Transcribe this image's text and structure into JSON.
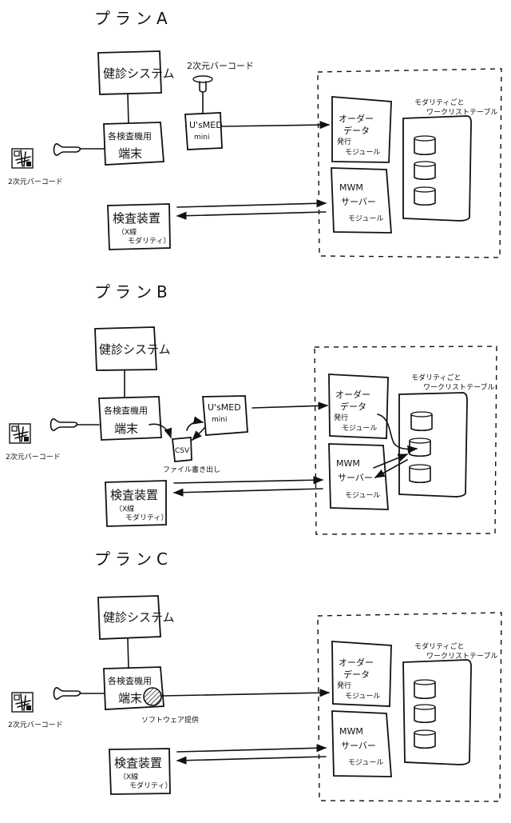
{
  "plans": [
    {
      "title": "プランA",
      "kenshin_system": "健診システム",
      "terminal": {
        "line1": "各検査機用",
        "line2": "端末"
      },
      "barcode_label": "2次元バーコード",
      "usmed": {
        "line1": "U'sMED",
        "line2": "mini",
        "scanner_label": "2次元バーコード"
      },
      "modality": {
        "line1": "検査装置",
        "line2": "（X線",
        "line3": "モダリティ）"
      },
      "order_module": {
        "line1": "オーダー",
        "line2": "データ",
        "line3": "発行",
        "line4": "モジュール"
      },
      "mwm_module": {
        "line1": "MWM",
        "line2": "サーバー",
        "line3": "モジュール"
      },
      "table_label": {
        "line1": "モダリティごと",
        "line2": "ワークリストテーブル"
      },
      "variant": "usmed-scanner"
    },
    {
      "title": "プランB",
      "kenshin_system": "健診システム",
      "terminal": {
        "line1": "各検査機用",
        "line2": "端末"
      },
      "barcode_label": "2次元バーコード",
      "usmed": {
        "line1": "U'sMED",
        "line2": "mini"
      },
      "csv": {
        "label": "CSV",
        "caption": "ファイル書き出し"
      },
      "modality": {
        "line1": "検査装置",
        "line2": "（X線",
        "line3": "モダリティ）"
      },
      "order_module": {
        "line1": "オーダー",
        "line2": "データ",
        "line3": "発行",
        "line4": "モジュール"
      },
      "mwm_module": {
        "line1": "MWM",
        "line2": "サーバー",
        "line3": "モジュール"
      },
      "table_label": {
        "line1": "モダリティごと",
        "line2": "ワークリストテーブル"
      },
      "variant": "csv-export"
    },
    {
      "title": "プランC",
      "kenshin_system": "健診システム",
      "terminal": {
        "line1": "各検査機用",
        "line2": "端末"
      },
      "barcode_label": "2次元バーコード",
      "software": {
        "caption": "ソフトウェア提供"
      },
      "modality": {
        "line1": "検査装置",
        "line2": "（X線",
        "line3": "モダリティ）"
      },
      "order_module": {
        "line1": "オーダー",
        "line2": "データ",
        "line3": "発行",
        "line4": "モジュール"
      },
      "mwm_module": {
        "line1": "MWM",
        "line2": "サーバー",
        "line3": "モジュール"
      },
      "table_label": {
        "line1": "モダリティごと",
        "line2": "ワークリストテーブル"
      },
      "variant": "software"
    }
  ]
}
